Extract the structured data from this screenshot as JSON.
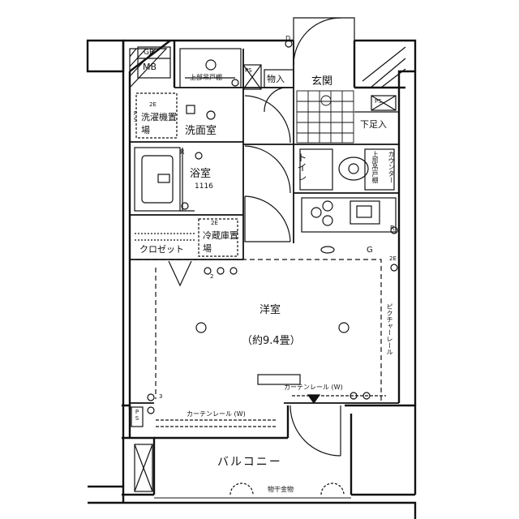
{
  "labels": {
    "gb": "GB",
    "mb": "MB",
    "ps_top": "PS",
    "upper_storage_top": "上部吊戸棚",
    "storage": "物入",
    "entrance": "玄関",
    "ps_right": "PS",
    "shoe_storage": "下足入",
    "washer_2e": "2E",
    "washer_place": "洗濯機置場",
    "ps_left": "PS",
    "washroom": "洗面室",
    "bathroom": "浴室",
    "bath_size": "1116",
    "toilet": "トイレ",
    "counter": "カウンター",
    "upper_cabinet_right": "上部吊戸棚",
    "fridge_2e": "2E",
    "fridge_place": "冷蔵庫置場",
    "closet": "クロゼット",
    "gas_g": "G",
    "kitchen_2e": "2E",
    "western_room": "洋室",
    "room_size": "（約9.4畳）",
    "picture_rail": "ピクチャーレール",
    "curtain_rail_right": "カーテンレール (W)",
    "curtain_rail_left": "カーテンレール (W)",
    "outlet_2": "2",
    "outlet_3": "3",
    "ps_bottom": "PS",
    "balcony": "バルコニー",
    "laundry_hanger": "物干金物",
    "mark_d": "D",
    "mark_r_bath": "R",
    "mark_r_kitchen": "R"
  },
  "colors": {
    "line": "#111111",
    "background": "#ffffff"
  }
}
